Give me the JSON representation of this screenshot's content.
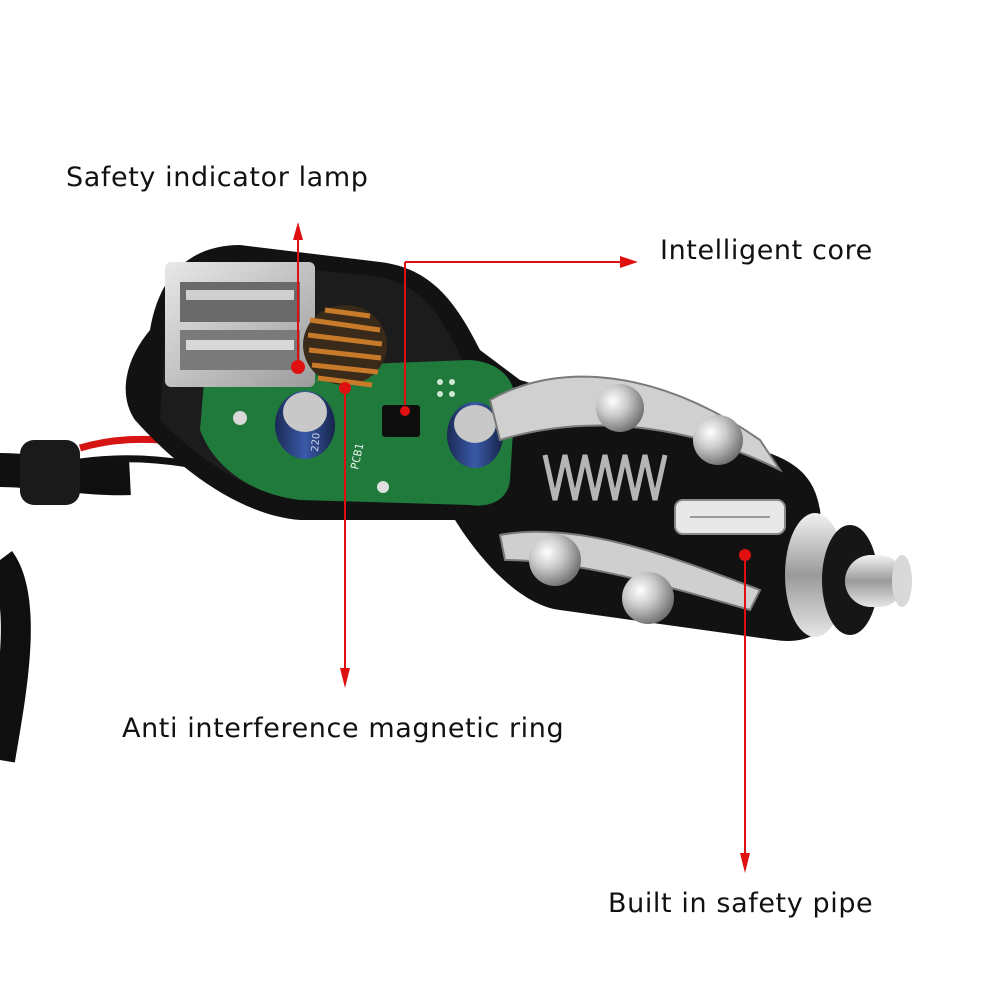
{
  "callouts": {
    "safety_indicator_lamp": "Safety indicator lamp",
    "intelligent_core": "Intelligent core",
    "anti_interference_ring": "Anti interference magnetic ring",
    "built_in_safety_pipe": "Built in safety pipe"
  },
  "pcb_silkscreen": {
    "part_code": "PCB1",
    "cap_mark": "220"
  },
  "colors": {
    "arrow": "#e01010",
    "board": "#1f7a3c",
    "shell": "#121212",
    "copper": "#c77a2a"
  }
}
